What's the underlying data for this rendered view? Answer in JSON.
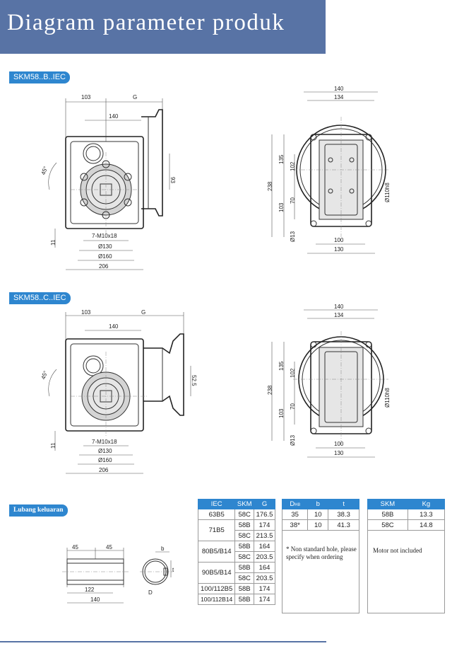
{
  "banner": {
    "title": "Diagram parameter produk"
  },
  "sections": [
    {
      "tag": "SKM58..B..IEC",
      "front": {
        "d1": "103",
        "d2": "G",
        "d3": "140",
        "d4": "93",
        "d5": "11",
        "angle": "45°",
        "holes": "7-M10x18",
        "dia1": "Ø130",
        "dia2": "Ø160",
        "width": "206",
        "flange_height": ""
      },
      "side": {
        "w1": "140",
        "w2": "134",
        "h1": "135",
        "h2": "102",
        "h3": "238",
        "h4": "103",
        "h5": "70",
        "shaft": "Ø110h8",
        "bore": "Ø13",
        "b1": "100",
        "b2": "130"
      }
    },
    {
      "tag": "SKM58..C..IEC",
      "front": {
        "d1": "103",
        "d2": "G",
        "d3": "140",
        "d4": "52.5",
        "d5": "11",
        "angle": "45°",
        "holes": "7-M10x18",
        "dia1": "Ø130",
        "dia2": "Ø160",
        "width": "206"
      },
      "side": {
        "w1": "140",
        "w2": "134",
        "h1": "135",
        "h2": "102",
        "h3": "238",
        "h4": "103",
        "h5": "70",
        "shaft": "Ø110h8",
        "bore": "Ø13",
        "b1": "100",
        "b2": "130"
      }
    }
  ],
  "output": {
    "tag": "Lubang keluaran",
    "shaft": {
      "l1": "45",
      "l2": "45",
      "l3": "122",
      "l4": "140"
    },
    "section": {
      "b": "b",
      "t": "t",
      "d": "D"
    }
  },
  "iec_table": {
    "headers": [
      "IEC",
      "SKM",
      "G"
    ],
    "rows": [
      {
        "iec": "63B5",
        "skm": "58C",
        "g": "176.5"
      },
      {
        "iec": "71B5",
        "skm": "58B",
        "g": "174"
      },
      {
        "iec": "",
        "skm": "58C",
        "g": "213.5"
      },
      {
        "iec": "80B5/B14",
        "skm": "58B",
        "g": "164"
      },
      {
        "iec": "",
        "skm": "58C",
        "g": "203.5"
      },
      {
        "iec": "90B5/B14",
        "skm": "58B",
        "g": "164"
      },
      {
        "iec": "",
        "skm": "58C",
        "g": "203.5"
      },
      {
        "iec": "100/112B5",
        "skm": "58B",
        "g": "174"
      },
      {
        "iec": "100/112B14",
        "skm": "58B",
        "g": "174"
      }
    ]
  },
  "bore_table": {
    "headers": [
      "DH8",
      "b",
      "t"
    ],
    "h_main": "D",
    "h_sub": "H8",
    "rows": [
      {
        "d": "35",
        "b": "10",
        "t": "38.3"
      },
      {
        "d": "38*",
        "b": "10",
        "t": "41.3"
      }
    ],
    "note": "* Non standard hole, please specify when ordering"
  },
  "weight_table": {
    "headers": [
      "SKM",
      "Kg"
    ],
    "rows": [
      {
        "skm": "58B",
        "kg": "13.3"
      },
      {
        "skm": "58C",
        "kg": "14.8"
      }
    ],
    "note": "Motor not included"
  }
}
